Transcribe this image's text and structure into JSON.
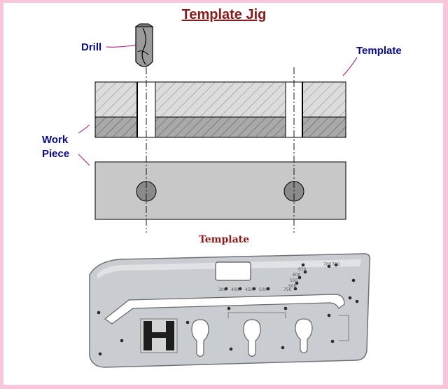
{
  "title": "Template Jig",
  "labels": {
    "drill": "Drill",
    "template": "Template",
    "work_piece": "Work\nPiece"
  },
  "photo_caption": "Template",
  "plate_markings": [
    "700",
    "720",
    "650",
    "600",
    "550",
    "500",
    "750",
    "300",
    "400",
    "450",
    "500"
  ],
  "colors": {
    "title": "#8b1a1a",
    "label": "#0a0a8c",
    "border": "#f7c6da",
    "work_piece_fill": "#c0c0c0",
    "template_fill": "#dcdcdc"
  }
}
